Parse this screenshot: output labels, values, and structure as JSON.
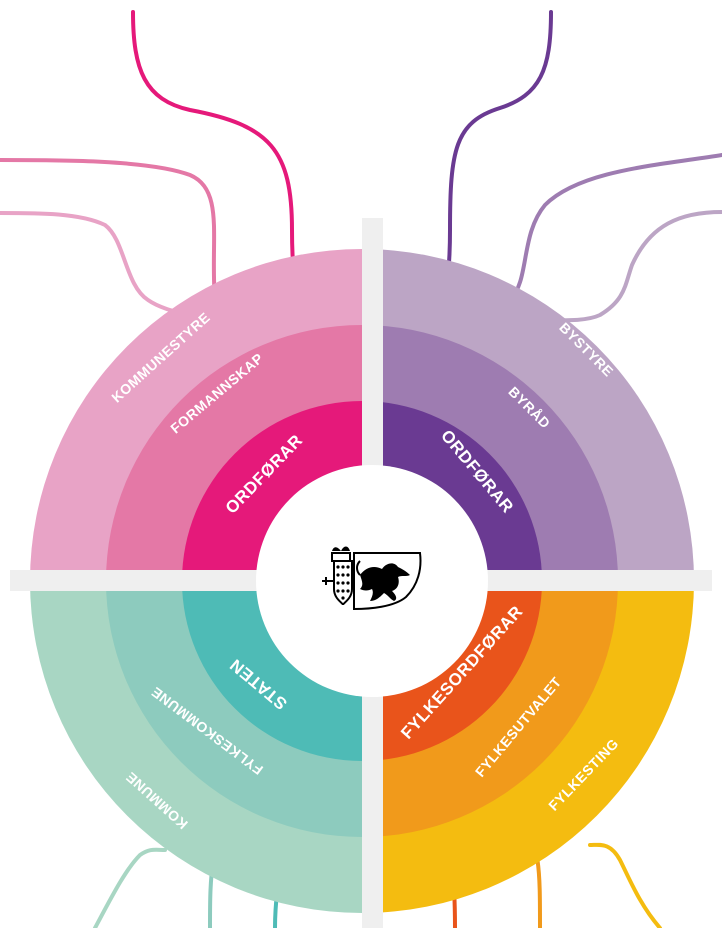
{
  "quadrants": [
    {
      "id": "tl",
      "labels": {
        "outer": "KOMMUNESTYRE",
        "mid": "FORMANNSKAP",
        "inner": "ORDFØRAR"
      },
      "colors": {
        "outer": "#E8A3C6",
        "mid": "#E478A6",
        "inner": "#E5197A",
        "lines": [
          "#E5197A",
          "#E478A6",
          "#E8A3C6"
        ]
      }
    },
    {
      "id": "tr",
      "labels": {
        "outer": "BYSTYRE",
        "mid": "BYRÅD",
        "inner": "ORDFØRAR"
      },
      "colors": {
        "outer": "#BCA5C5",
        "mid": "#9E7CB1",
        "inner": "#6A3A92",
        "lines": [
          "#6A3A92",
          "#9E7CB1",
          "#BCA5C5"
        ]
      }
    },
    {
      "id": "bl",
      "labels": {
        "outer": "KOMMUNE",
        "mid": "FYLKESKOMMUNE",
        "inner": "STATEN"
      },
      "colors": {
        "outer": "#A8D6C3",
        "mid": "#8DCBBE",
        "inner": "#4EBBB6",
        "lines": [
          "#4EBBB6",
          "#8DCBBE",
          "#A8D6C3"
        ]
      }
    },
    {
      "id": "br",
      "labels": {
        "outer": "FYLKESTING",
        "mid": "FYLKESUTVALET",
        "inner": "FYLKESORDFØRAR"
      },
      "colors": {
        "outer": "#F4BC10",
        "mid": "#F19A1B",
        "inner": "#E9541B",
        "lines": [
          "#E9541B",
          "#F19A1B",
          "#F4BC10"
        ]
      }
    }
  ],
  "center": {
    "icon": "coat-of-arms-icon"
  },
  "colors": {
    "divider": "#EFEFEF",
    "background": "#FFFFFF",
    "emblem": "#000000"
  }
}
